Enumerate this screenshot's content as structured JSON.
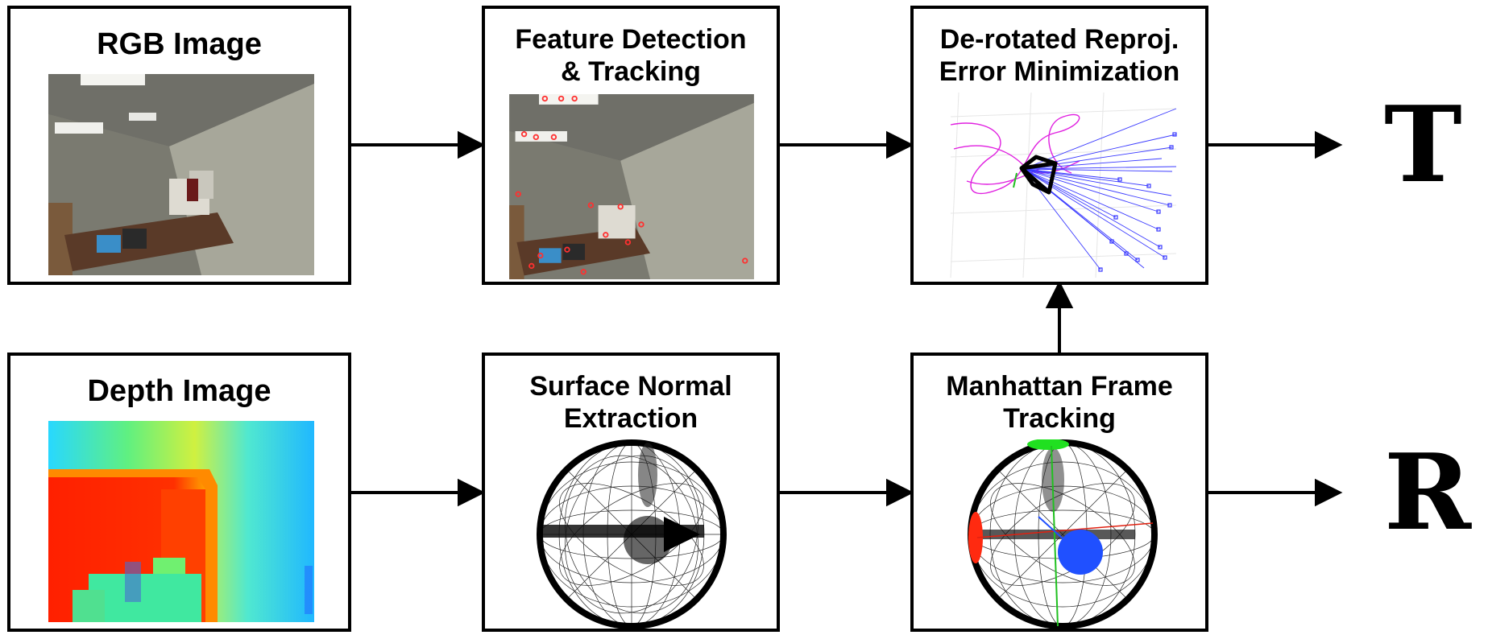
{
  "diagram": {
    "boxes": {
      "rgb": {
        "title": "RGB Image"
      },
      "feature": {
        "title_line1": "Feature Detection",
        "title_line2": "& Tracking"
      },
      "reproj": {
        "title_line1": "De-rotated Reproj.",
        "title_line2": "Error Minimization"
      },
      "depth": {
        "title": "Depth Image"
      },
      "normal": {
        "title_line1": "Surface Normal",
        "title_line2": "Extraction"
      },
      "manhattan": {
        "title_line1": "Manhattan Frame",
        "title_line2": "Tracking"
      }
    },
    "outputs": {
      "translation": "T",
      "rotation": "R"
    },
    "colors": {
      "stroke": "#000000",
      "trajectory": "#e020e0",
      "rays": "#3a3aff",
      "features": "#ff3030",
      "axis_red": "#ff2a10",
      "axis_green": "#20e020",
      "axis_blue": "#2050ff"
    }
  }
}
